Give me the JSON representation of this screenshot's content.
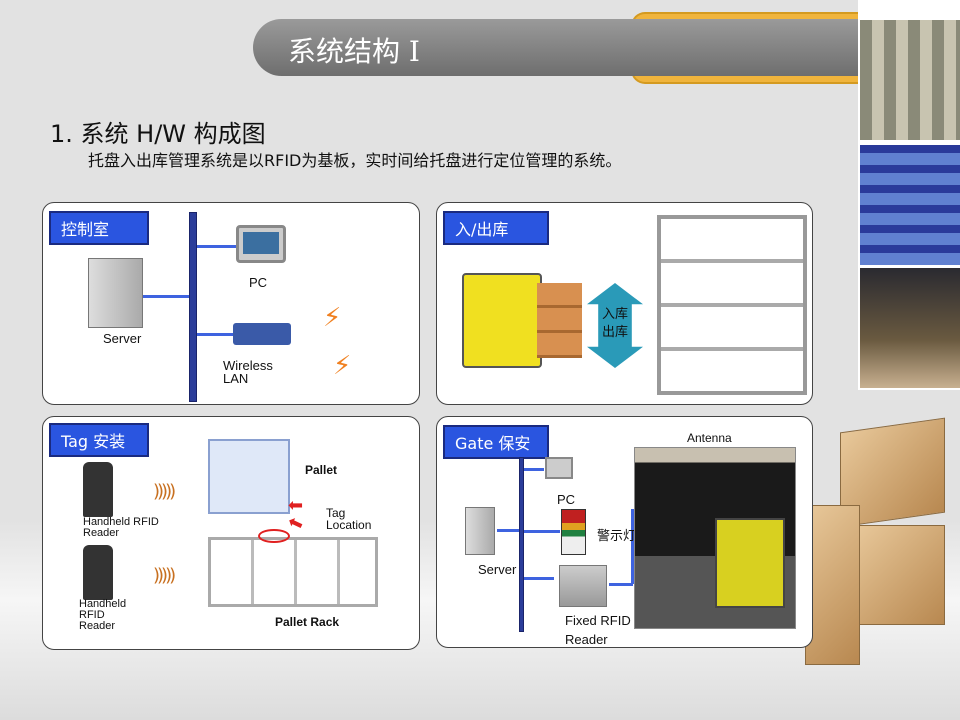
{
  "header": {
    "title": "系统结构 Ⅰ"
  },
  "section": {
    "heading": "1. 系统 H/W 构成图",
    "description": "托盘入出库管理系统是以RFID为基板，实时间给托盘进行定位管理的系统。"
  },
  "panels": {
    "control_room": {
      "label": "控制室",
      "pc": "PC",
      "server": "Server",
      "wireless": "Wireless LAN"
    },
    "in_out": {
      "label": "入/出库",
      "arrow_text": "入库\n出库",
      "arrow_top": "入库",
      "arrow_bottom": "出库"
    },
    "tag_install": {
      "label": "Tag 安装",
      "reader1": "Handheld RFID Reader",
      "reader2": "Handheld RFID Reader",
      "pallet": "Pallet",
      "tag_location": "Tag Location",
      "pallet_rack": "Pallet Rack"
    },
    "gate_security": {
      "label": "Gate 保安",
      "pc": "PC",
      "warning_light": "警示灯",
      "server": "Server",
      "fixed_reader": "Fixed RFID Reader",
      "antenna": "Antenna"
    }
  },
  "colors": {
    "label_bg": "#2a55e0",
    "accent": "#f0b43c",
    "bus": "#2b3d9a"
  }
}
